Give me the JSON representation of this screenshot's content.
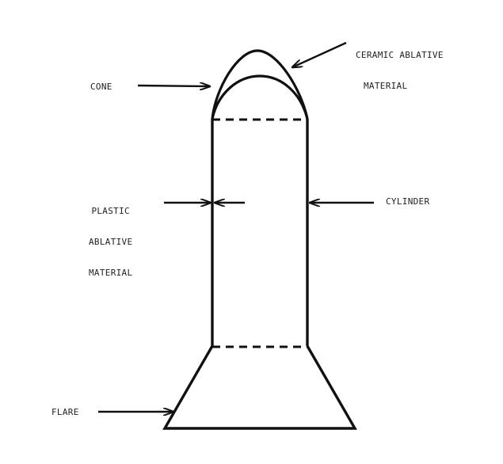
{
  "diagram": {
    "labels": {
      "ceramic_line1": "CERAMIC ABLATIVE",
      "ceramic_line2": "MATERIAL",
      "cone": "CONE",
      "plastic_line1": "PLASTIC",
      "plastic_line2": "ABLATIVE",
      "plastic_line3": "MATERIAL",
      "cylinder": "CYLINDER",
      "flare": "FLARE"
    },
    "colors": {
      "ink": "#111111",
      "background": "#ffffff"
    }
  }
}
